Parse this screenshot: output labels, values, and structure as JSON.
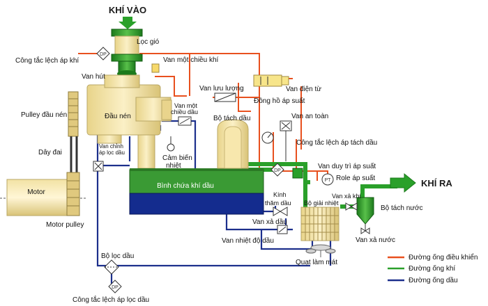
{
  "title_in": "KHÍ VÀO",
  "title_out": "KHÍ RA",
  "labels": {
    "loc_gio": "Lọc gió",
    "cong_tac_lech_ap_khi": "Công tắc lệch áp khí",
    "van_mot_chieu_khi": "Van một chiều khí",
    "van_hut": "Van hút",
    "van_dien_tu": "Van điện từ",
    "van_luu_luong": "Van lưu lượng",
    "dong_ho_ap_suat": "Đồng hồ áp suất",
    "pulley_dau_nen": "Pulley đầu nén",
    "dau_nen": "Đầu nén",
    "van_mot_chieu_dau_1": "Van một",
    "van_mot_chieu_dau_2": "chiều dầu",
    "bo_tach_dau": "Bộ tách dầu",
    "van_an_toan": "Van an toàn",
    "day_dai": "Dây đai",
    "van_chinh_ap_loc_dau_1": "Van chỉnh",
    "van_chinh_ap_loc_dau_2": "áp lọc dầu",
    "cam_bien_nhiet_1": "Cảm biến",
    "cam_bien_nhiet_2": "nhiệt",
    "cong_tac_lech_ap_tach_dau": "Công tắc lệch áp tách dầu",
    "van_duy_tri_ap_suat": "Van duy trì áp suất",
    "role_ap_suat": "Role áp suất",
    "motor": "Motor",
    "binh_chua_khi_dau": "Bình chứa khí dầu",
    "kinh_tham_dau_1": "Kính",
    "kinh_tham_dau_2": "thăm dầu",
    "van_xa_khi": "Van xả khí",
    "bo_giai_nhiet": "Bộ giải nhiệt",
    "bo_tach_nuoc": "Bộ tách nước",
    "motor_pulley": "Motor pulley",
    "van_xa_dau": "Van xả dầu",
    "van_xa_nuoc": "Van xả nước",
    "van_nhiet_do_dau": "Van nhiệt độ dầu",
    "quat_lam_mat": "Quạt làm mát",
    "bo_loc_dau": "Bộ lọc dầu",
    "cong_tac_lech_ap_loc_dau": "Công tắc lệch áp lọc dầu",
    "dp": "DP",
    "pt": "PT"
  },
  "legend": [
    {
      "label": "Đường ống điều khiển",
      "color": "#e8501e"
    },
    {
      "label": "Đường ống khí",
      "color": "#2aa02a"
    },
    {
      "label": "Đường ống dầu",
      "color": "#1c2f8c"
    }
  ],
  "colors": {
    "control": "#e8501e",
    "air": "#2aa02a",
    "oil": "#1c2f8c",
    "component": "#f3e3a6",
    "component_edge": "#b9a766",
    "tank_top": "#3a9a34",
    "tank_bottom": "#142c8e"
  }
}
